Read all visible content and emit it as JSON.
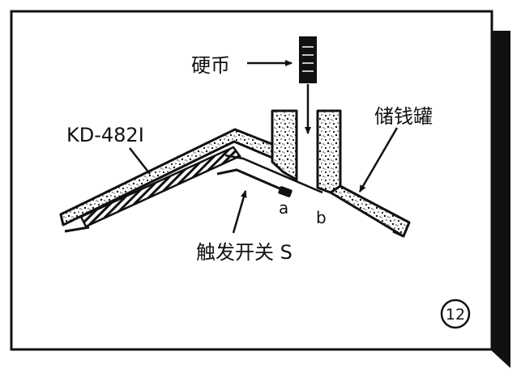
{
  "labels": {
    "coin": "硬币",
    "model": "KD-482I",
    "piggy_bank": "储钱罐",
    "trigger_switch": "触发开关 S",
    "contact_a": "a",
    "contact_b": "b",
    "figure_number": "12"
  },
  "colors": {
    "ink": "#111111",
    "paper": "#ffffff"
  }
}
